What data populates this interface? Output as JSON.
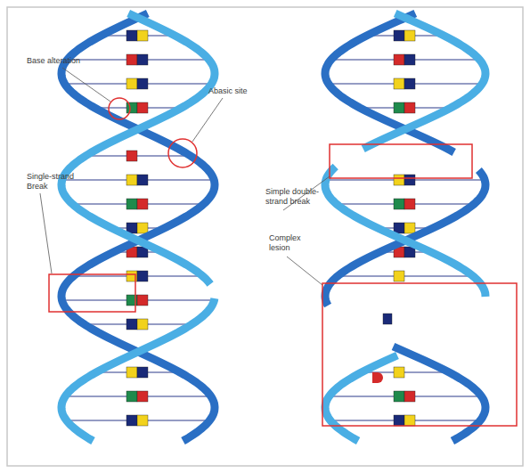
{
  "diagram": {
    "labels": [
      "Base alteration",
      "Abasic site",
      "Single-strand Break",
      "Simple double-strand break",
      "Complex lesion"
    ]
  }
}
